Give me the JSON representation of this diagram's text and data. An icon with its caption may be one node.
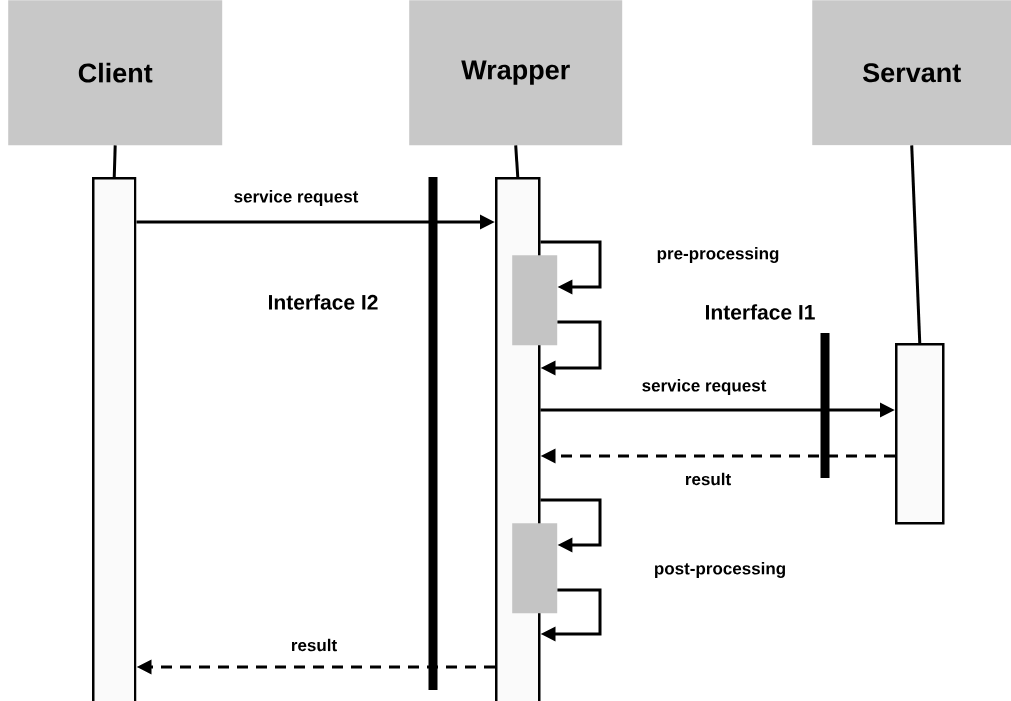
{
  "diagram": {
    "nodes": [
      {
        "text": [
          "Client"
        ]
      },
      {
        "text": [
          "Wrapper"
        ]
      },
      {
        "text": [
          "Servant"
        ]
      },
      {
        "text": [],
        "shape": "bar"
      },
      {
        "text": [],
        "shape": "bar"
      },
      {
        "text": [],
        "shape": "box"
      },
      {
        "text": [],
        "shape": "box"
      },
      {
        "text": [],
        "shape": "bar"
      }
    ],
    "edges": [
      {
        "from": 0,
        "to": 3,
        "arrow": "none"
      },
      {
        "from": 1,
        "to": 4,
        "arrow": "none"
      },
      {
        "from": 2,
        "to": 7,
        "arrow": "none"
      },
      {
        "from": 3,
        "to": 4,
        "arrow": "to",
        "label": "service request"
      },
      {
        "from": 4,
        "to": 5,
        "arrow": "to",
        "label": "pre-processing"
      },
      {
        "from": 5,
        "to": 4,
        "arrow": "to"
      },
      {
        "from": 4,
        "to": 7,
        "arrow": "to",
        "label": "service request"
      },
      {
        "from": 7,
        "to": 4,
        "arrow": "to",
        "label": "result",
        "style": "dashed"
      },
      {
        "from": 4,
        "to": 6,
        "arrow": "to",
        "label": "post-processing"
      },
      {
        "from": 6,
        "to": 4,
        "arrow": "to"
      },
      {
        "from": 4,
        "to": 3,
        "arrow": "to",
        "label": "result",
        "style": "dashed"
      }
    ],
    "labels": [
      "Interface I2",
      "Interface I1"
    ]
  }
}
